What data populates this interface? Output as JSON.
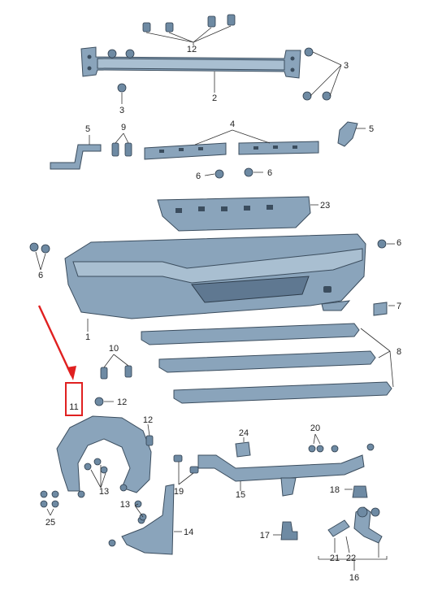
{
  "colors": {
    "part_fill": "#8aa4bb",
    "part_outline": "#3b4d5e",
    "highlight": "#e02020"
  },
  "callouts": [
    {
      "id": "c12a",
      "label": "12"
    },
    {
      "id": "c3a",
      "label": "3"
    },
    {
      "id": "c2",
      "label": "2"
    },
    {
      "id": "c3b",
      "label": "3"
    },
    {
      "id": "c5a",
      "label": "5"
    },
    {
      "id": "c9",
      "label": "9"
    },
    {
      "id": "c4",
      "label": "4"
    },
    {
      "id": "c5b",
      "label": "5"
    },
    {
      "id": "c6a",
      "label": "6"
    },
    {
      "id": "c6b",
      "label": "6"
    },
    {
      "id": "c23",
      "label": "23"
    },
    {
      "id": "c6c",
      "label": "6"
    },
    {
      "id": "c6d",
      "label": "6"
    },
    {
      "id": "c7",
      "label": "7"
    },
    {
      "id": "c1",
      "label": "1"
    },
    {
      "id": "c8",
      "label": "8"
    },
    {
      "id": "c10",
      "label": "10"
    },
    {
      "id": "c11",
      "label": "11"
    },
    {
      "id": "c12b",
      "label": "12"
    },
    {
      "id": "c12c",
      "label": "12"
    },
    {
      "id": "c24",
      "label": "24"
    },
    {
      "id": "c20",
      "label": "20"
    },
    {
      "id": "c13a",
      "label": "13"
    },
    {
      "id": "c19",
      "label": "19"
    },
    {
      "id": "c15",
      "label": "15"
    },
    {
      "id": "c18",
      "label": "18"
    },
    {
      "id": "c25",
      "label": "25"
    },
    {
      "id": "c13b",
      "label": "13"
    },
    {
      "id": "c14",
      "label": "14"
    },
    {
      "id": "c17",
      "label": "17"
    },
    {
      "id": "c21",
      "label": "21"
    },
    {
      "id": "c22",
      "label": "22"
    },
    {
      "id": "c16",
      "label": "16"
    }
  ]
}
